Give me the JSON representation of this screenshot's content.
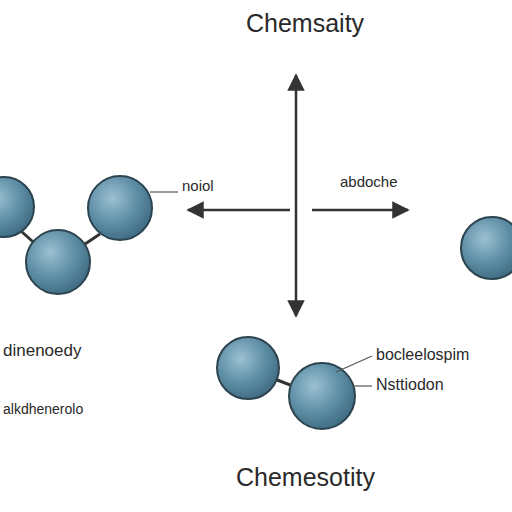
{
  "diagram": {
    "title": "Chemsaity",
    "caption": "Chemesotity",
    "labels": [
      "noiol",
      "abdoche",
      "dinenoedy",
      "alkdhenerolo",
      "bocleelospim",
      "Nsttiodon"
    ]
  }
}
